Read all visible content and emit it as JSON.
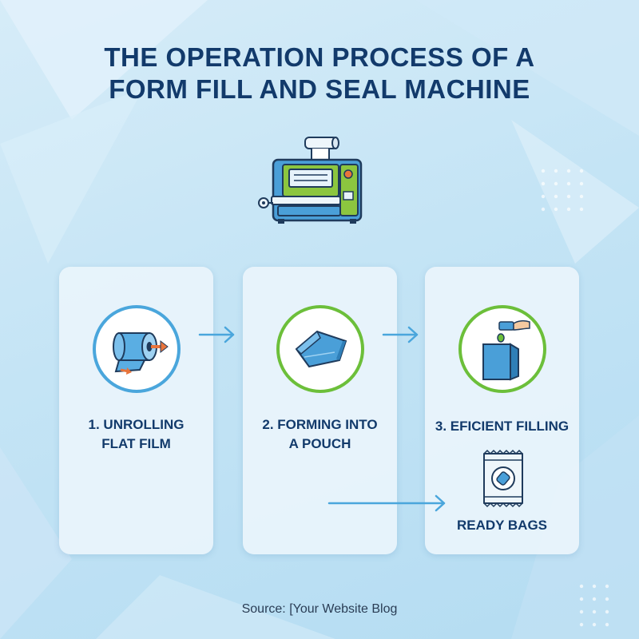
{
  "title": {
    "line1": "THE OPERATION PROCESS OF A",
    "line2": "FORM FILL AND SEAL MACHINE"
  },
  "steps": [
    {
      "line1": "1. UNROLLING",
      "line2": "FLAT FILM",
      "icon": "film-roll-icon",
      "ring_color": "#4aa6dc"
    },
    {
      "line1": "2. FORMING INTO",
      "line2": "A POUCH",
      "icon": "pouch-icon",
      "ring_color": "#6cbf3a"
    },
    {
      "line1": "3. EFICIENT FILLING",
      "line2": "",
      "icon": "filling-bag-icon",
      "ring_color": "#6cbf3a"
    }
  ],
  "result": {
    "label": "READY BAGS",
    "icon": "sealed-bag-icon"
  },
  "source": "Source: [Your Website Blog",
  "colors": {
    "title": "#123a6b",
    "arrow": "#4aa6dc",
    "accent_blue": "#4aa6dc",
    "accent_green": "#6cbf3a"
  }
}
